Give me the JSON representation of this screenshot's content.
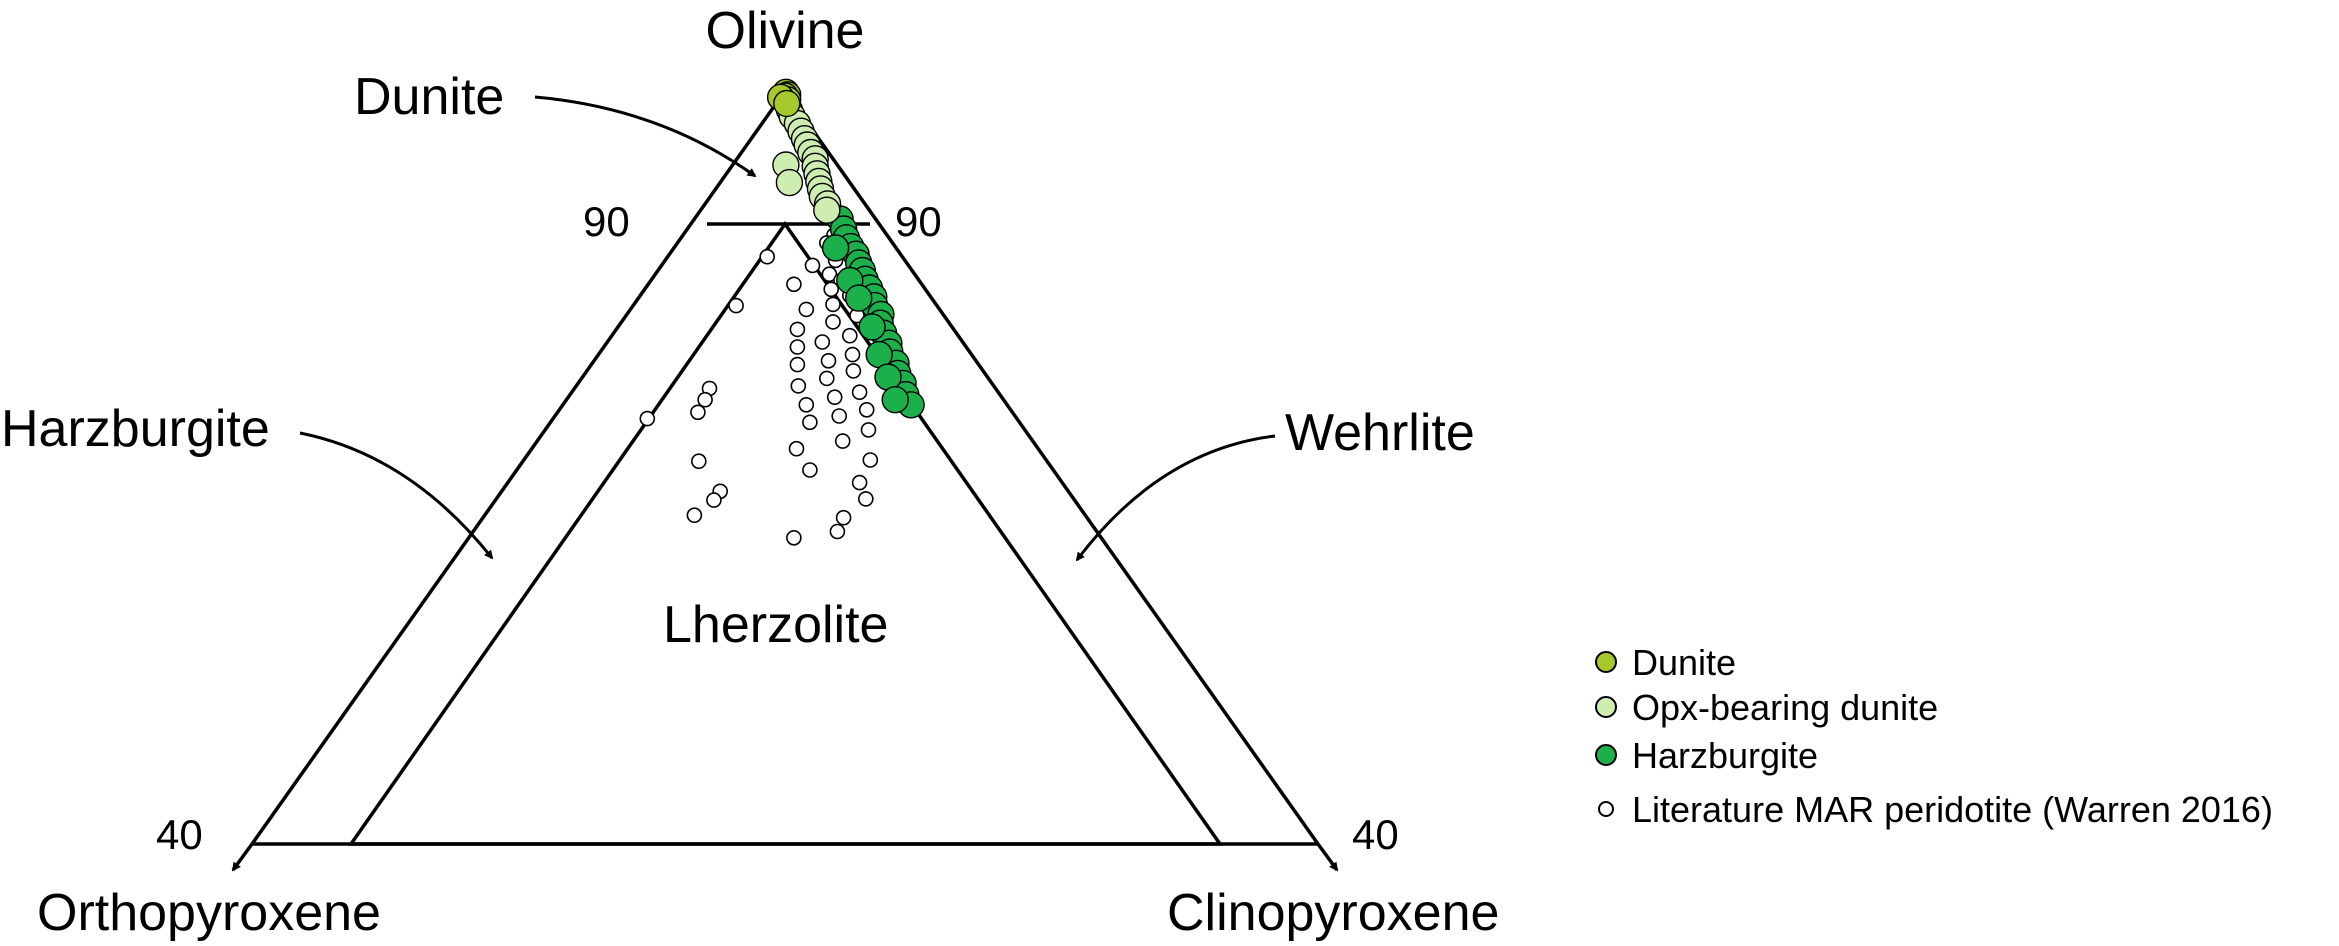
{
  "apices": {
    "top": "Olivine",
    "bottom_left": "Orthopyroxene",
    "bottom_right": "Clinopyroxene"
  },
  "ticks": {
    "top_left": "90",
    "top_right": "90",
    "bottom_left": "40",
    "bottom_right": "40"
  },
  "fields": {
    "dunite": "Dunite",
    "harzburgite": "Harzburgite",
    "wehrlite": "Wehrlite",
    "lherzolite": "Lherzolite"
  },
  "legend": {
    "items": [
      {
        "label": "Dunite",
        "fill": "#a6c82c"
      },
      {
        "label": "Opx-bearing dunite",
        "fill": "#cdeeb0"
      },
      {
        "label": "Harzburgite",
        "fill": "#1bb04a"
      },
      {
        "label": "Literature MAR peridotite (Warren 2016)",
        "fill": "#ffffff"
      }
    ]
  },
  "chart_data": {
    "type": "scatter",
    "diagram": "ternary",
    "apex_labels": [
      "Olivine",
      "Orthopyroxene",
      "Clinopyroxene"
    ],
    "olivine_range_percent": [
      40,
      100
    ],
    "field_boundaries": {
      "olivine_percent": 90,
      "pyroxene_percent": 5
    },
    "series": [
      {
        "name": "Dunite",
        "color": "#a6c82c",
        "points": [
          [
            99.9,
            0.1
          ],
          [
            99.7,
            0.3
          ],
          [
            99.6,
            0.2
          ],
          [
            99.3,
            0.5
          ],
          [
            99.5,
            0.0
          ],
          [
            99.0,
            0.6
          ]
        ]
      },
      {
        "name": "Opx-bearing dunite",
        "color": "#cdeeb0",
        "points": [
          [
            98.5,
            1.0
          ],
          [
            98.0,
            1.4
          ],
          [
            97.4,
            2.0
          ],
          [
            96.8,
            2.5
          ],
          [
            96.2,
            3.0
          ],
          [
            95.7,
            3.4
          ],
          [
            95.1,
            3.9
          ],
          [
            94.6,
            4.4
          ],
          [
            94.0,
            4.7
          ],
          [
            93.4,
            5.1
          ],
          [
            92.8,
            5.5
          ],
          [
            92.2,
            5.9
          ],
          [
            91.6,
            6.3
          ],
          [
            91.0,
            6.9
          ],
          [
            90.5,
            7.1
          ],
          [
            94.1,
            3.0
          ],
          [
            92.7,
            3.9
          ]
        ]
      },
      {
        "name": "Harzburgite",
        "color": "#1bb04a",
        "points": [
          [
            89.8,
            8.2
          ],
          [
            89.0,
            8.8
          ],
          [
            88.3,
            9.3
          ],
          [
            87.6,
            9.9
          ],
          [
            87.0,
            10.5
          ],
          [
            86.3,
            11.0
          ],
          [
            85.7,
            11.5
          ],
          [
            85.0,
            12.0
          ],
          [
            84.3,
            12.6
          ],
          [
            83.6,
            13.2
          ],
          [
            82.9,
            13.6
          ],
          [
            82.2,
            14.3
          ],
          [
            81.5,
            14.6
          ],
          [
            80.7,
            15.2
          ],
          [
            79.9,
            15.9
          ],
          [
            79.2,
            16.3
          ],
          [
            78.3,
            17.1
          ],
          [
            77.5,
            17.6
          ],
          [
            76.7,
            18.3
          ],
          [
            75.8,
            18.9
          ],
          [
            75.0,
            19.6
          ],
          [
            87.5,
            9.1
          ],
          [
            84.9,
            11.2
          ],
          [
            83.5,
            12.4
          ],
          [
            81.2,
            14.3
          ],
          [
            79.0,
            15.8
          ],
          [
            77.2,
            17.2
          ],
          [
            75.4,
            18.5
          ]
        ]
      },
      {
        "name": "Literature MAR peridotite (Warren 2016)",
        "color": "#ffffff",
        "points": [
          [
            88.5,
            8.5
          ],
          [
            87.9,
            8.4
          ],
          [
            87.3,
            9.3
          ],
          [
            86.5,
            9.6
          ],
          [
            86.1,
            8.5
          ],
          [
            85.4,
            9.8
          ],
          [
            84.9,
            10.7
          ],
          [
            84.2,
            10.5
          ],
          [
            84.6,
            8.2
          ],
          [
            83.7,
            11.8
          ],
          [
            83.0,
            11.2
          ],
          [
            82.6,
            9.9
          ],
          [
            82.1,
            13.0
          ],
          [
            81.6,
            11.9
          ],
          [
            81.0,
            10.2
          ],
          [
            80.5,
            13.4
          ],
          [
            80.0,
            12.1
          ],
          [
            79.6,
            10.9
          ],
          [
            79.0,
            14.3
          ],
          [
            78.5,
            13.2
          ],
          [
            78.2,
            11.6
          ],
          [
            77.7,
            15.0
          ],
          [
            77.1,
            13.8
          ],
          [
            76.5,
            12.5
          ],
          [
            76.0,
            16.2
          ],
          [
            75.6,
            15.0
          ],
          [
            75.0,
            13.7
          ],
          [
            74.6,
            17.3
          ],
          [
            74.1,
            16.0
          ],
          [
            73.6,
            14.6
          ],
          [
            73.0,
            18.2
          ],
          [
            72.1,
            17.2
          ],
          [
            71.5,
            14.9
          ],
          [
            70.6,
            19.5
          ],
          [
            69.8,
            16.5
          ],
          [
            86.8,
            5.6
          ],
          [
            82.9,
            5.8
          ],
          [
            76.3,
            7.6
          ],
          [
            75.4,
            7.8
          ],
          [
            74.4,
            7.9
          ],
          [
            73.9,
            5.3
          ],
          [
            70.5,
            9.9
          ],
          [
            68.1,
            12.3
          ],
          [
            67.4,
            12.3
          ],
          [
            66.2,
            11.8
          ],
          [
            68.8,
            19.8
          ],
          [
            67.5,
            20.8
          ],
          [
            66.0,
            20.3
          ],
          [
            64.9,
            20.5
          ],
          [
            64.4,
            18.3
          ]
        ]
      }
    ]
  }
}
